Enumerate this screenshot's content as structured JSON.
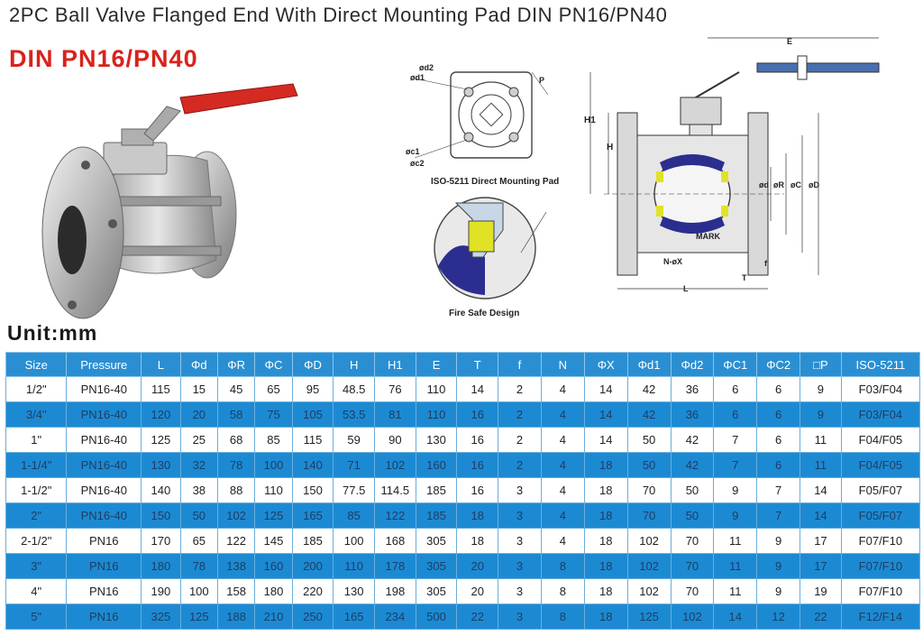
{
  "title": "2PC Ball Valve Flanged End With Direct  Mounting  Pad  DIN  PN16/PN40",
  "subtitle": "DIN PN16/PN40",
  "unit_label": "Unit:mm",
  "drawing_labels": {
    "pad_caption": "ISO-5211 Direct Mounting Pad",
    "fire_caption": "Fire Safe Design",
    "d2": "ød2",
    "d1": "ød1",
    "c1": "øc1",
    "c2": "øc2",
    "p": "P",
    "e": "E",
    "h1": "H1",
    "h": "H",
    "od": "ød",
    "r": "øR",
    "c": "øC",
    "dd": "øD",
    "mark": "MARK",
    "n": "N-øX",
    "f": "f",
    "t": "T",
    "l": "L"
  },
  "colors": {
    "header_bg": "#2a8fd2",
    "row_alt_bg": "#1c8ad2",
    "subtitle": "#d8231c",
    "handle": "#d42a22"
  },
  "table": {
    "headers": [
      "Size",
      "Pressure",
      "L",
      "Φd",
      "ΦR",
      "ΦC",
      "ΦD",
      "H",
      "H1",
      "E",
      "T",
      "f",
      "N",
      "ΦX",
      "Φd1",
      "Φd2",
      "ΦC1",
      "ΦC2",
      "□P",
      "ISO-5211"
    ],
    "rows": [
      [
        "1/2\"",
        "PN16-40",
        "115",
        "15",
        "45",
        "65",
        "95",
        "48.5",
        "76",
        "110",
        "14",
        "2",
        "4",
        "14",
        "42",
        "36",
        "6",
        "6",
        "9",
        "F03/F04"
      ],
      [
        "3/4\"",
        "PN16-40",
        "120",
        "20",
        "58",
        "75",
        "105",
        "53.5",
        "81",
        "110",
        "16",
        "2",
        "4",
        "14",
        "42",
        "36",
        "6",
        "6",
        "9",
        "F03/F04"
      ],
      [
        "1\"",
        "PN16-40",
        "125",
        "25",
        "68",
        "85",
        "115",
        "59",
        "90",
        "130",
        "16",
        "2",
        "4",
        "14",
        "50",
        "42",
        "7",
        "6",
        "11",
        "F04/F05"
      ],
      [
        "1-1/4\"",
        "PN16-40",
        "130",
        "32",
        "78",
        "100",
        "140",
        "71",
        "102",
        "160",
        "16",
        "2",
        "4",
        "18",
        "50",
        "42",
        "7",
        "6",
        "11",
        "F04/F05"
      ],
      [
        "1-1/2\"",
        "PN16-40",
        "140",
        "38",
        "88",
        "110",
        "150",
        "77.5",
        "114.5",
        "185",
        "16",
        "3",
        "4",
        "18",
        "70",
        "50",
        "9",
        "7",
        "14",
        "F05/F07"
      ],
      [
        "2\"",
        "PN16-40",
        "150",
        "50",
        "102",
        "125",
        "165",
        "85",
        "122",
        "185",
        "18",
        "3",
        "4",
        "18",
        "70",
        "50",
        "9",
        "7",
        "14",
        "F05/F07"
      ],
      [
        "2-1/2\"",
        "PN16",
        "170",
        "65",
        "122",
        "145",
        "185",
        "100",
        "168",
        "305",
        "18",
        "3",
        "4",
        "18",
        "102",
        "70",
        "11",
        "9",
        "17",
        "F07/F10"
      ],
      [
        "3\"",
        "PN16",
        "180",
        "78",
        "138",
        "160",
        "200",
        "110",
        "178",
        "305",
        "20",
        "3",
        "8",
        "18",
        "102",
        "70",
        "11",
        "9",
        "17",
        "F07/F10"
      ],
      [
        "4\"",
        "PN16",
        "190",
        "100",
        "158",
        "180",
        "220",
        "130",
        "198",
        "305",
        "20",
        "3",
        "8",
        "18",
        "102",
        "70",
        "11",
        "9",
        "19",
        "F07/F10"
      ],
      [
        "5\"",
        "PN16",
        "325",
        "125",
        "188",
        "210",
        "250",
        "165",
        "234",
        "500",
        "22",
        "3",
        "8",
        "18",
        "125",
        "102",
        "14",
        "12",
        "22",
        "F12/F14"
      ]
    ]
  }
}
